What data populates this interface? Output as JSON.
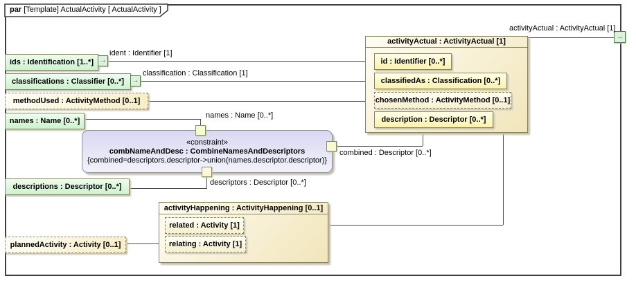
{
  "frame": {
    "keyword": "par",
    "title": "[Template] ActualActivity [ ActualActivity ]"
  },
  "boxes": {
    "ids": "ids : Identification [1..*]",
    "classifications": "classifications : Classifier [0..*]",
    "method_used": "methodUsed : ActivityMethod [0..1]",
    "names": "names : Name [0..*]",
    "descriptions": "descriptions : Descriptor [0..*]",
    "planned_activity": "plannedActivity : Activity [0..1]"
  },
  "constraint": {
    "stereotype": "«constraint»",
    "name": "combNameAndDesc : CombineNamesAndDescriptors",
    "expression": "{combined=descriptors.descriptor->union(names.descriptor.descriptor)}"
  },
  "activity_actual": {
    "title": "activityActual : ActivityActual [1]",
    "id": "id : Identifier [0..*]",
    "classified_as": "classifiedAs : Classification [0..*]",
    "chosen_method": "chosenMethod : ActivityMethod [0..1]",
    "description": "description : Descriptor [0..*]"
  },
  "activity_happening": {
    "title": "activityHappening : ActivityHappening [0..1]",
    "related": "related : Activity [1]",
    "relating": "relating : Activity [1]"
  },
  "connector_labels": {
    "ident": "ident : Identifier [1]",
    "classification": "classification : Classification [1]",
    "names": "names : Name [0..*]",
    "combined": "combined : Descriptor [0..*]",
    "descriptors": "descriptors : Descriptor [0..*]",
    "activity_actual_out": "activityActual : ActivityActual [1]"
  },
  "icons": {
    "port_arrow": "→"
  },
  "colors": {
    "part_green": "#d6f5d6",
    "part_yellow": "#fbf2ab",
    "container_cream": "#f1e5ba",
    "constraint_lavender": "#d8d8f1",
    "border_tan": "#8a845e",
    "port_green_border": "#4d7d4d",
    "line": "#4b4b4b"
  }
}
